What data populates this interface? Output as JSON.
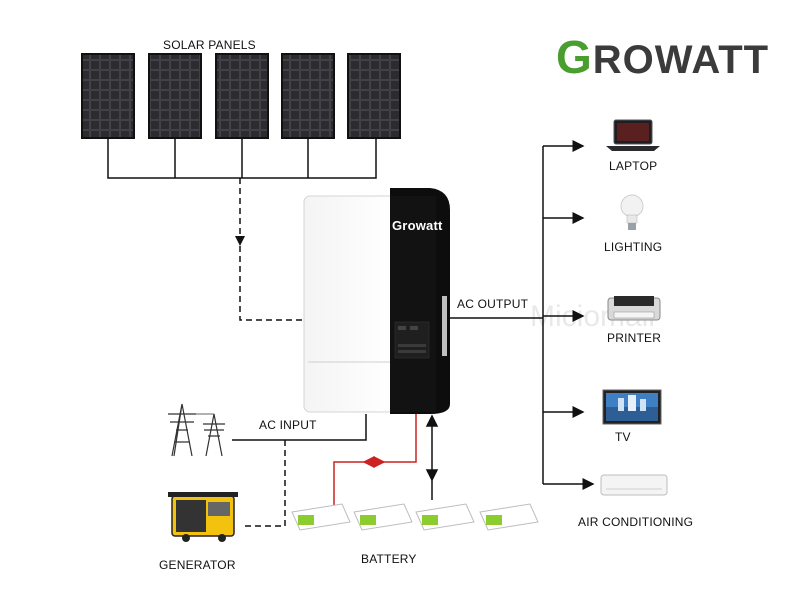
{
  "brand": {
    "first_letter": "G",
    "rest": "ROWATT"
  },
  "inverter": {
    "logo": "Growatt"
  },
  "labels": {
    "solar_panels": "SOLAR PANELS",
    "ac_output": "AC OUTPUT",
    "ac_input": "AC INPUT",
    "generator": "GENERATOR",
    "battery": "BATTERY"
  },
  "loads": [
    {
      "label": "LAPTOP",
      "icon": "laptop-icon"
    },
    {
      "label": "LIGHTING",
      "icon": "bulb-icon"
    },
    {
      "label": "PRINTER",
      "icon": "printer-icon"
    },
    {
      "label": "TV",
      "icon": "tv-icon"
    },
    {
      "label": "AIR CONDITIONING",
      "icon": "air-conditioner-icon"
    }
  ],
  "watermark": "Miciomall",
  "colors": {
    "brand_green": "#4a9e2f",
    "dc_line": "#cc2222",
    "wire": "#111111"
  }
}
